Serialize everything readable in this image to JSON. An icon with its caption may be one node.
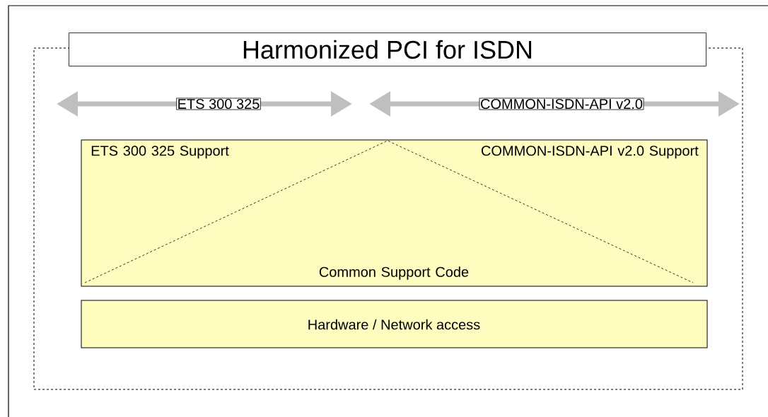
{
  "diagram": {
    "nodes": [
      {
        "text": [
          "Harmonized PCI for ISDN"
        ]
      },
      {
        "text": [
          "ETS 300 325 Support",
          "COMMON-ISDN-API v2.0 Support",
          "Common Support Code"
        ],
        "in": 0
      },
      {
        "text": [
          "Hardware / Network access"
        ],
        "in": 0
      }
    ],
    "labels": [
      "ETS 300 325",
      "COMMON-ISDN-API v2.0"
    ]
  }
}
